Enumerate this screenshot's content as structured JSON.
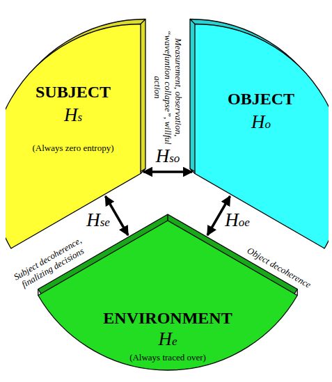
{
  "diagram": {
    "nodes": [
      {
        "text": [
          "SUBJECT",
          "Hs",
          "(Always zero entropy)"
        ]
      },
      {
        "text": [
          "OBJECT",
          "Ho"
        ]
      },
      {
        "text": [
          "ENVIRONMENT",
          "He",
          "(Always traced over)"
        ]
      }
    ],
    "edges": [
      {
        "from": 0,
        "to": 1,
        "label": "Hso",
        "arrow": "both"
      },
      {
        "from": 0,
        "to": 2,
        "label": "Hse",
        "arrow": "both"
      },
      {
        "from": 1,
        "to": 2,
        "label": "Hoe",
        "arrow": "both"
      }
    ],
    "labels": [
      "Measurement, observation, “wavefuntion collapse”, willful action",
      "Subject decoherence, finalizing decisions",
      "Object decoherence"
    ]
  }
}
